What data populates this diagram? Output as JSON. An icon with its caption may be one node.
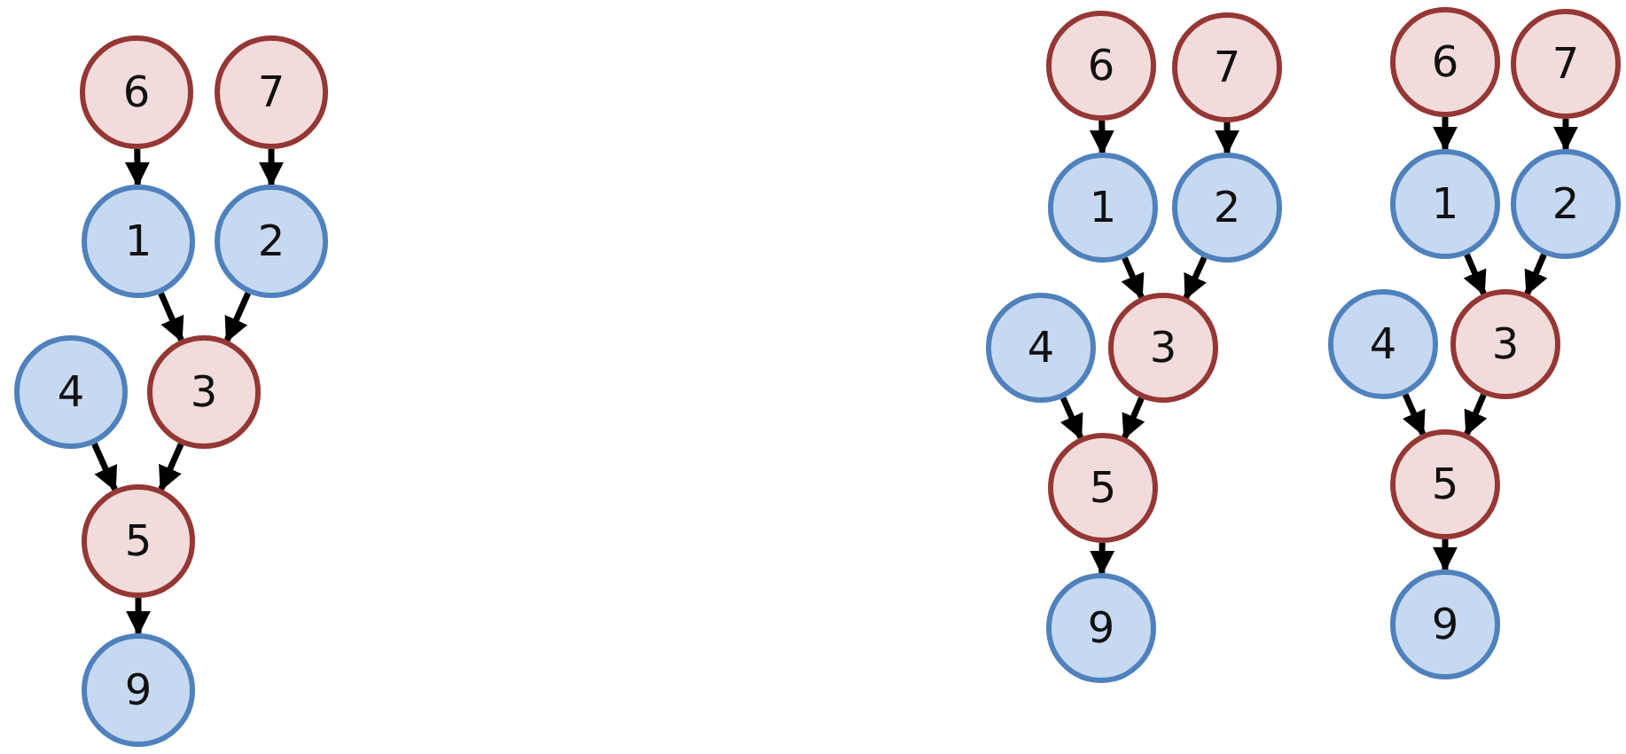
{
  "diagram": {
    "nodes": [
      {
        "text": [
          "6"
        ]
      },
      {
        "text": [
          "7"
        ]
      },
      {
        "text": [
          "1"
        ]
      },
      {
        "text": [
          "2"
        ]
      },
      {
        "text": [
          "4"
        ]
      },
      {
        "text": [
          "3"
        ]
      },
      {
        "text": [
          "5"
        ]
      },
      {
        "text": [
          "9"
        ]
      },
      {
        "text": [
          "6"
        ]
      },
      {
        "text": [
          "7"
        ]
      },
      {
        "text": [
          "1"
        ]
      },
      {
        "text": [
          "2"
        ]
      },
      {
        "text": [
          "4"
        ]
      },
      {
        "text": [
          "3"
        ]
      },
      {
        "text": [
          "5"
        ]
      },
      {
        "text": [
          "9"
        ]
      },
      {
        "text": [
          "6"
        ]
      },
      {
        "text": [
          "7"
        ]
      },
      {
        "text": [
          "1"
        ]
      },
      {
        "text": [
          "2"
        ]
      },
      {
        "text": [
          "4"
        ]
      },
      {
        "text": [
          "3"
        ]
      },
      {
        "text": [
          "5"
        ]
      },
      {
        "text": [
          "9"
        ]
      }
    ],
    "edges": [
      {
        "from": 0,
        "to": 2,
        "arrow": "to"
      },
      {
        "from": 1,
        "to": 3,
        "arrow": "to"
      },
      {
        "from": 2,
        "to": 5,
        "arrow": "to"
      },
      {
        "from": 3,
        "to": 5,
        "arrow": "to"
      },
      {
        "from": 4,
        "to": 6,
        "arrow": "to"
      },
      {
        "from": 5,
        "to": 6,
        "arrow": "to"
      },
      {
        "from": 6,
        "to": 7,
        "arrow": "to"
      },
      {
        "from": 8,
        "to": 10,
        "arrow": "to"
      },
      {
        "from": 9,
        "to": 11,
        "arrow": "to"
      },
      {
        "from": 10,
        "to": 13,
        "arrow": "to"
      },
      {
        "from": 11,
        "to": 13,
        "arrow": "to"
      },
      {
        "from": 12,
        "to": 14,
        "arrow": "to"
      },
      {
        "from": 13,
        "to": 14,
        "arrow": "to"
      },
      {
        "from": 14,
        "to": 15,
        "arrow": "to"
      },
      {
        "from": 16,
        "to": 18,
        "arrow": "to"
      },
      {
        "from": 17,
        "to": 19,
        "arrow": "to"
      },
      {
        "from": 18,
        "to": 21,
        "arrow": "to"
      },
      {
        "from": 19,
        "to": 21,
        "arrow": "to"
      },
      {
        "from": 20,
        "to": 22,
        "arrow": "to"
      },
      {
        "from": 21,
        "to": 22,
        "arrow": "to"
      },
      {
        "from": 22,
        "to": 23,
        "arrow": "to"
      }
    ]
  }
}
